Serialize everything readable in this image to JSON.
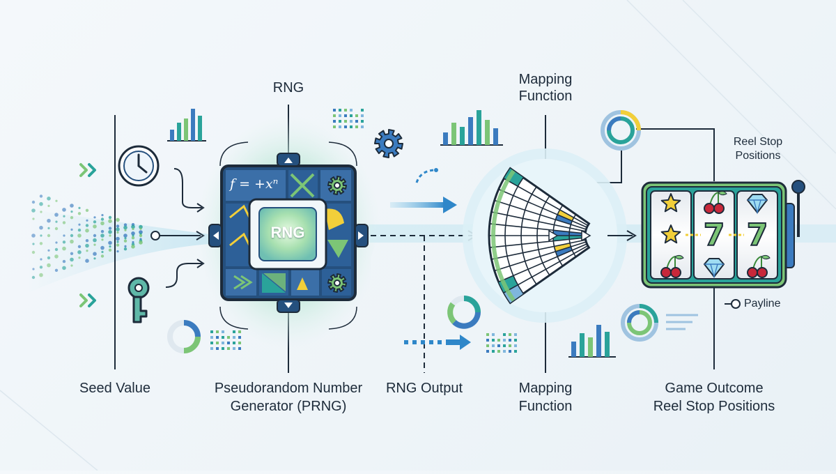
{
  "labels": {
    "rng_top": "RNG",
    "mapping_top_line1": "Mapping",
    "mapping_top_line2": "Function",
    "reel_stop_line1": "Reel Stop",
    "reel_stop_line2": "Positions",
    "payline": "Payline",
    "seed_value": "Seed Value",
    "prng_line1": "Pseudorandom Number",
    "prng_line2": "Generator (PRNG)",
    "rng_output": "RNG Output",
    "mapping_bottom_line1": "Mapping",
    "mapping_bottom_line2": "Function",
    "outcome_line1": "Game Outcome",
    "outcome_line2": "Reel Stop Positions"
  },
  "core": {
    "chip_label": "RNG",
    "formula": "f = +xⁿ"
  },
  "slot": {
    "reel1": [
      "star",
      "star",
      "cherry"
    ],
    "reel2": [
      "cherry",
      "seven",
      "diamond"
    ],
    "reel3": [
      "diamond",
      "seven",
      "cherry"
    ],
    "seven_glyph": "7"
  },
  "colors": {
    "navy": "#25507e",
    "blue": "#3b7bbf",
    "teal": "#2aa39a",
    "green": "#7cc576",
    "yellow": "#f2cf3a",
    "glow": "#bfe6d2",
    "red": "#c8283a"
  }
}
